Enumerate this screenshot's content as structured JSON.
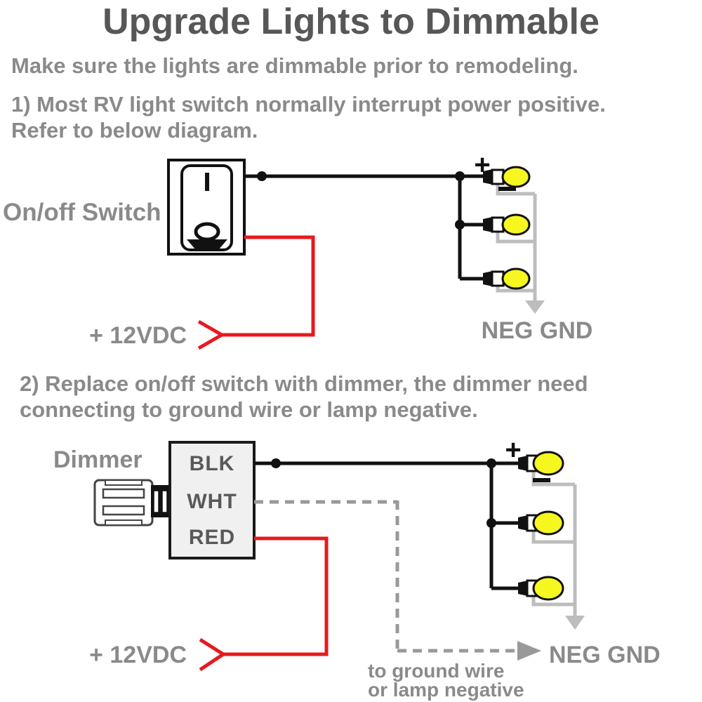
{
  "title": "Upgrade Lights to Dimmable",
  "intro": "Make sure the lights are dimmable prior to remodeling.",
  "steps": {
    "step1_line1": "1) Most RV light switch normally interrupt power positive.",
    "step1_line2": "Refer to below diagram.",
    "step2_line1": "2) Replace on/off switch with dimmer, the dimmer need",
    "step2_line2": "connecting to ground wire or lamp negative."
  },
  "diagram1": {
    "switch_label": "On/off Switch",
    "plus_label": "+",
    "supply_label": "+ 12VDC",
    "ground_label": "NEG GND"
  },
  "diagram2": {
    "device_label": "Dimmer",
    "terminal_labels": [
      "BLK",
      "WHT",
      "RED"
    ],
    "plus_label": "+",
    "supply_label": "+ 12VDC",
    "ground_label": "NEG GND",
    "note_line1": "to ground wire",
    "note_line2": "or lamp negative"
  },
  "colors": {
    "text_dark": "#575757",
    "text_gray": "#8a8a8a",
    "terminal_text": "#595959",
    "wire_black": "#111111",
    "wire_red": "#e8191f",
    "wire_gray": "#bdbdbd",
    "dashed_gray": "#999999",
    "lamp_yellow": "#f7f720",
    "box_fill": "#f0f0f0"
  }
}
